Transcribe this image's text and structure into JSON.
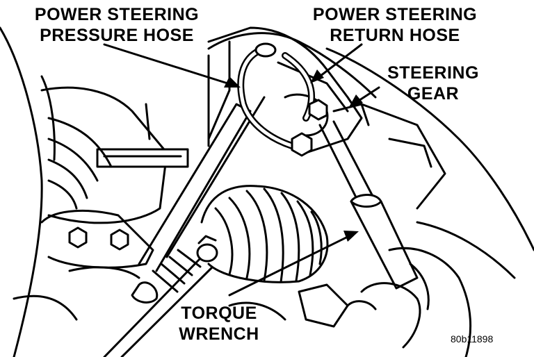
{
  "labels": {
    "pressure_hose": {
      "line1": "POWER STEERING",
      "line2": "PRESSURE HOSE"
    },
    "return_hose": {
      "line1": "POWER STEERING",
      "line2": "RETURN HOSE"
    },
    "steering_gear": {
      "line1": "STEERING",
      "line2": "GEAR"
    },
    "torque_wrench": {
      "line1": "TORQUE",
      "line2": "WRENCH"
    }
  },
  "reference_code": "80b11898",
  "colors": {
    "ink": "#000000",
    "paper": "#ffffff"
  }
}
